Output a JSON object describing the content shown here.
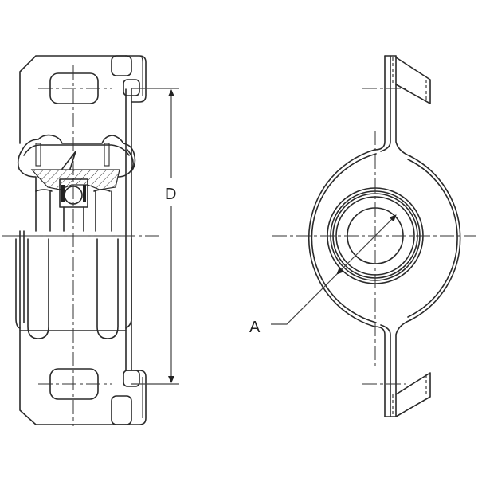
{
  "diagram": {
    "title": "Center support bearing technical drawing",
    "views": [
      {
        "name": "side-section-view",
        "description": "Side view with partial cross-section showing rubber cushion and ball bearing"
      },
      {
        "name": "front-view",
        "description": "Front view showing circular bracket with mounting tabs"
      }
    ],
    "dimensions": {
      "D": {
        "label": "D",
        "meaning": "Mounting hole center distance"
      },
      "A": {
        "label": "A",
        "meaning": "Bearing bore diameter"
      }
    },
    "colors": {
      "line": "#2a2a2a",
      "background": "#ffffff"
    }
  }
}
